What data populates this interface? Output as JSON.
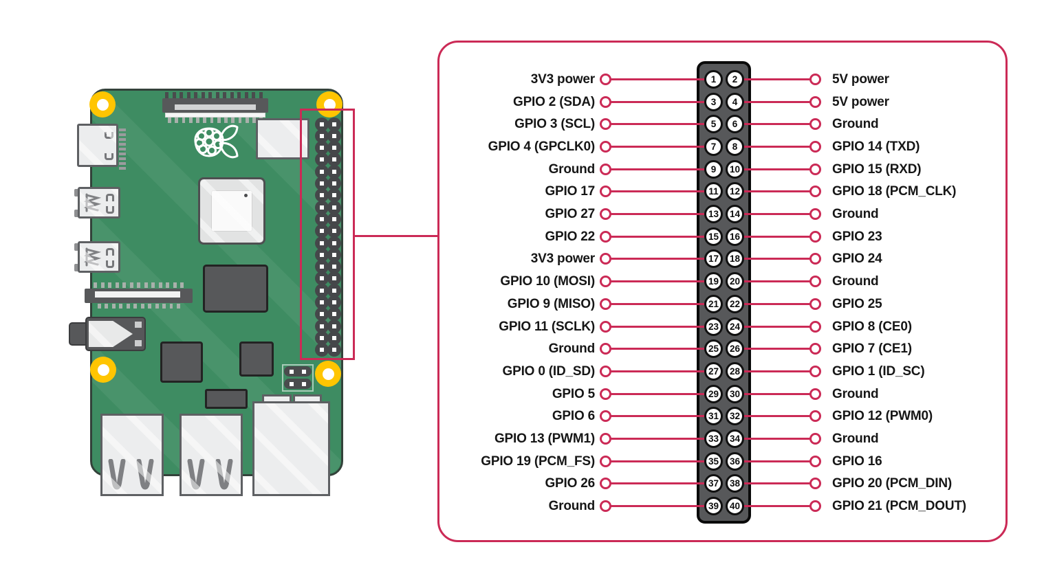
{
  "colors": {
    "accent": "#CB2A56",
    "board_green": "#3E8C62",
    "board_outline": "#33423A",
    "hole_yellow": "#FFC502",
    "component_dark": "#57585A",
    "component_dark_outline": "#232323",
    "component_light": "#ECEDEE",
    "component_light_outline": "#5E6063",
    "pin_outline": "#101010",
    "label_text": "#161616",
    "metal_gray": "#808184"
  },
  "pinout": {
    "rows": [
      {
        "left_num": "1",
        "left_label": "3V3 power",
        "right_num": "2",
        "right_label": "5V power"
      },
      {
        "left_num": "3",
        "left_label": "GPIO 2 (SDA)",
        "right_num": "4",
        "right_label": "5V power"
      },
      {
        "left_num": "5",
        "left_label": "GPIO 3 (SCL)",
        "right_num": "6",
        "right_label": "Ground"
      },
      {
        "left_num": "7",
        "left_label": "GPIO 4 (GPCLK0)",
        "right_num": "8",
        "right_label": "GPIO 14 (TXD)"
      },
      {
        "left_num": "9",
        "left_label": "Ground",
        "right_num": "10",
        "right_label": "GPIO 15 (RXD)"
      },
      {
        "left_num": "11",
        "left_label": "GPIO 17",
        "right_num": "12",
        "right_label": "GPIO 18 (PCM_CLK)"
      },
      {
        "left_num": "13",
        "left_label": "GPIO 27",
        "right_num": "14",
        "right_label": "Ground"
      },
      {
        "left_num": "15",
        "left_label": "GPIO 22",
        "right_num": "16",
        "right_label": "GPIO 23"
      },
      {
        "left_num": "17",
        "left_label": "3V3 power",
        "right_num": "18",
        "right_label": "GPIO 24"
      },
      {
        "left_num": "19",
        "left_label": "GPIO 10 (MOSI)",
        "right_num": "20",
        "right_label": "Ground"
      },
      {
        "left_num": "21",
        "left_label": "GPIO 9 (MISO)",
        "right_num": "22",
        "right_label": "GPIO 25"
      },
      {
        "left_num": "23",
        "left_label": "GPIO 11 (SCLK)",
        "right_num": "24",
        "right_label": "GPIO 8 (CE0)"
      },
      {
        "left_num": "25",
        "left_label": "Ground",
        "right_num": "26",
        "right_label": "GPIO 7 (CE1)"
      },
      {
        "left_num": "27",
        "left_label": "GPIO 0 (ID_SD)",
        "right_num": "28",
        "right_label": "GPIO 1 (ID_SC)"
      },
      {
        "left_num": "29",
        "left_label": "GPIO 5",
        "right_num": "30",
        "right_label": "Ground"
      },
      {
        "left_num": "31",
        "left_label": "GPIO 6",
        "right_num": "32",
        "right_label": "GPIO 12 (PWM0)"
      },
      {
        "left_num": "33",
        "left_label": "GPIO 13 (PWM1)",
        "right_num": "34",
        "right_label": "Ground"
      },
      {
        "left_num": "35",
        "left_label": "GPIO 19 (PCM_FS)",
        "right_num": "36",
        "right_label": "GPIO 16"
      },
      {
        "left_num": "37",
        "left_label": "GPIO 26",
        "right_num": "38",
        "right_label": "GPIO 20 (PCM_DIN)"
      },
      {
        "left_num": "39",
        "left_label": "Ground",
        "right_num": "40",
        "right_label": "GPIO 21 (PCM_DOUT)"
      }
    ]
  }
}
